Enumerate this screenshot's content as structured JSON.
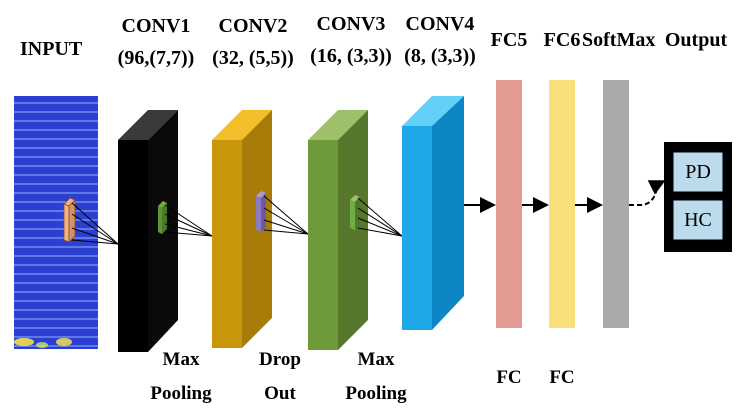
{
  "title": "",
  "input": {
    "label": "INPUT"
  },
  "layers": [
    {
      "id": "conv1",
      "name": "CONV1",
      "params": "(96,(7,7))",
      "color": "#000000",
      "side": "#0a0a0a",
      "top": "#3a3a3a"
    },
    {
      "id": "conv2",
      "name": "CONV2",
      "params": "(32, (5,5))",
      "color": "#c8960a",
      "side": "#a77c08",
      "top": "#f2bf2a"
    },
    {
      "id": "conv3",
      "name": "CONV3",
      "params": "(16, (3,3))",
      "color": "#6f9a3a",
      "side": "#56772c",
      "top": "#9ec06a"
    },
    {
      "id": "conv4",
      "name": "CONV4",
      "params": "(8, (3,3))",
      "color": "#1fa8e8",
      "side": "#0f86c4",
      "top": "#63d1f7"
    }
  ],
  "between_labels": [
    {
      "line1": "Max",
      "line2": "Pooling"
    },
    {
      "line1": "Drop",
      "line2": "Out"
    },
    {
      "line1": "Max",
      "line2": "Pooling"
    }
  ],
  "fc_layers": [
    {
      "name": "FC5",
      "type": "FC",
      "color": "#e39a92"
    },
    {
      "name": "FC6",
      "type": "FC",
      "color": "#fbe07a"
    },
    {
      "name": "SoftMax",
      "type": "",
      "color": "#aaaaaa"
    }
  ],
  "output": {
    "label": "Output",
    "classes": [
      "PD",
      "HC"
    ],
    "box_color": "#000000",
    "class_color": "#bcdcee"
  },
  "colors": {
    "input_fill": "#2b3fd0",
    "input_stripe": "#6d8cf2",
    "kernel_orange": "#f4b183",
    "kernel_green": "#70ad47",
    "kernel_purple": "#8e7cc3"
  }
}
